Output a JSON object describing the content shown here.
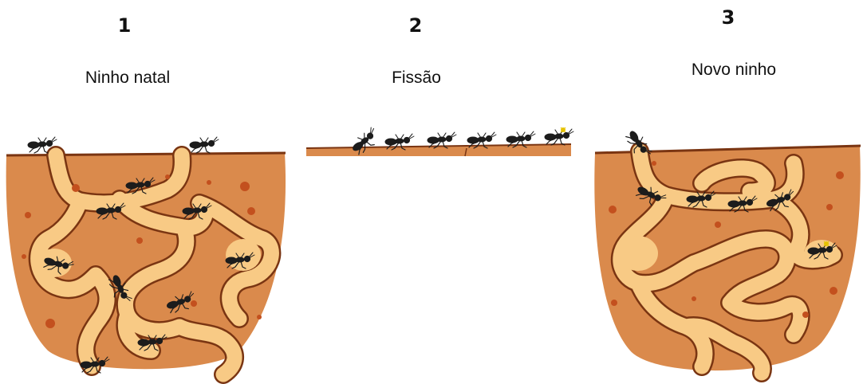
{
  "stages": [
    {
      "number": "1",
      "caption": "Ninho natal"
    },
    {
      "number": "2",
      "caption": "Fissão"
    },
    {
      "number": "3",
      "caption": "Novo ninho"
    }
  ],
  "colors": {
    "soil": "#DA8A4C",
    "tunnel": "#F8CA85",
    "outline": "#7A3512",
    "speck": "#C3501E",
    "ant": "#1C1C1C",
    "queen_mark": "#E6C200"
  },
  "icons": [
    "ant-icon",
    "queen-ant-icon"
  ]
}
